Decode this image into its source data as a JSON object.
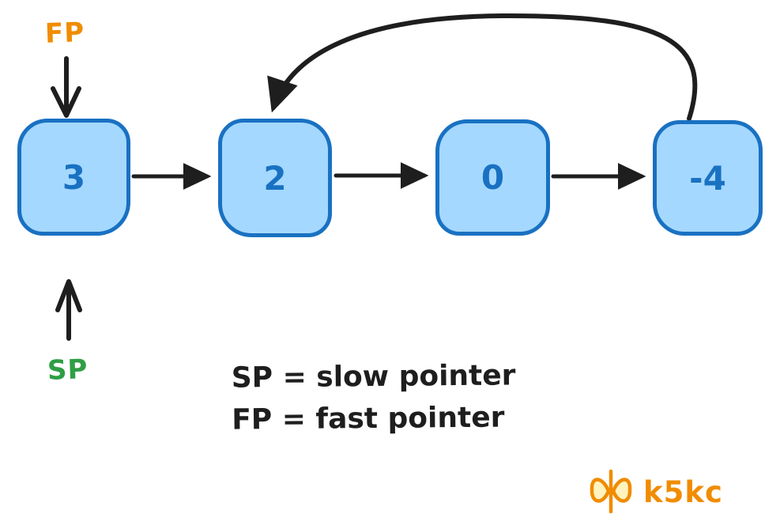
{
  "diagram": {
    "type": "linked-list-cycle",
    "linked_list": {
      "nodes": [
        {
          "value": "3"
        },
        {
          "value": "2"
        },
        {
          "value": "0"
        },
        {
          "value": "-4"
        }
      ],
      "edges": [
        {
          "from": "3",
          "to": "2",
          "style": "straight"
        },
        {
          "from": "2",
          "to": "0",
          "style": "straight"
        },
        {
          "from": "0",
          "to": "-4",
          "style": "straight"
        },
        {
          "from": "-4",
          "to": "2",
          "style": "curved-cycle"
        }
      ]
    },
    "pointers": {
      "fast": {
        "label": "FP",
        "color": "#f08c00",
        "points_to": "3",
        "arrow_direction": "down"
      },
      "slow": {
        "label": "SP",
        "color": "#2f9e44",
        "points_to": "3",
        "arrow_direction": "up"
      }
    },
    "legend": [
      "SP = slow pointer",
      "FP = fast pointer"
    ],
    "watermark": {
      "text": "k5kc",
      "color": "#f08c00",
      "icon": "butterfly-logo-icon",
      "icon_fill": "#fff3bf"
    },
    "colors": {
      "node_fill": "#a5d8ff",
      "node_stroke": "#1971c2",
      "node_text": "#1971c2",
      "arrow": "#1e1e1e",
      "background": "#ffffff"
    }
  }
}
